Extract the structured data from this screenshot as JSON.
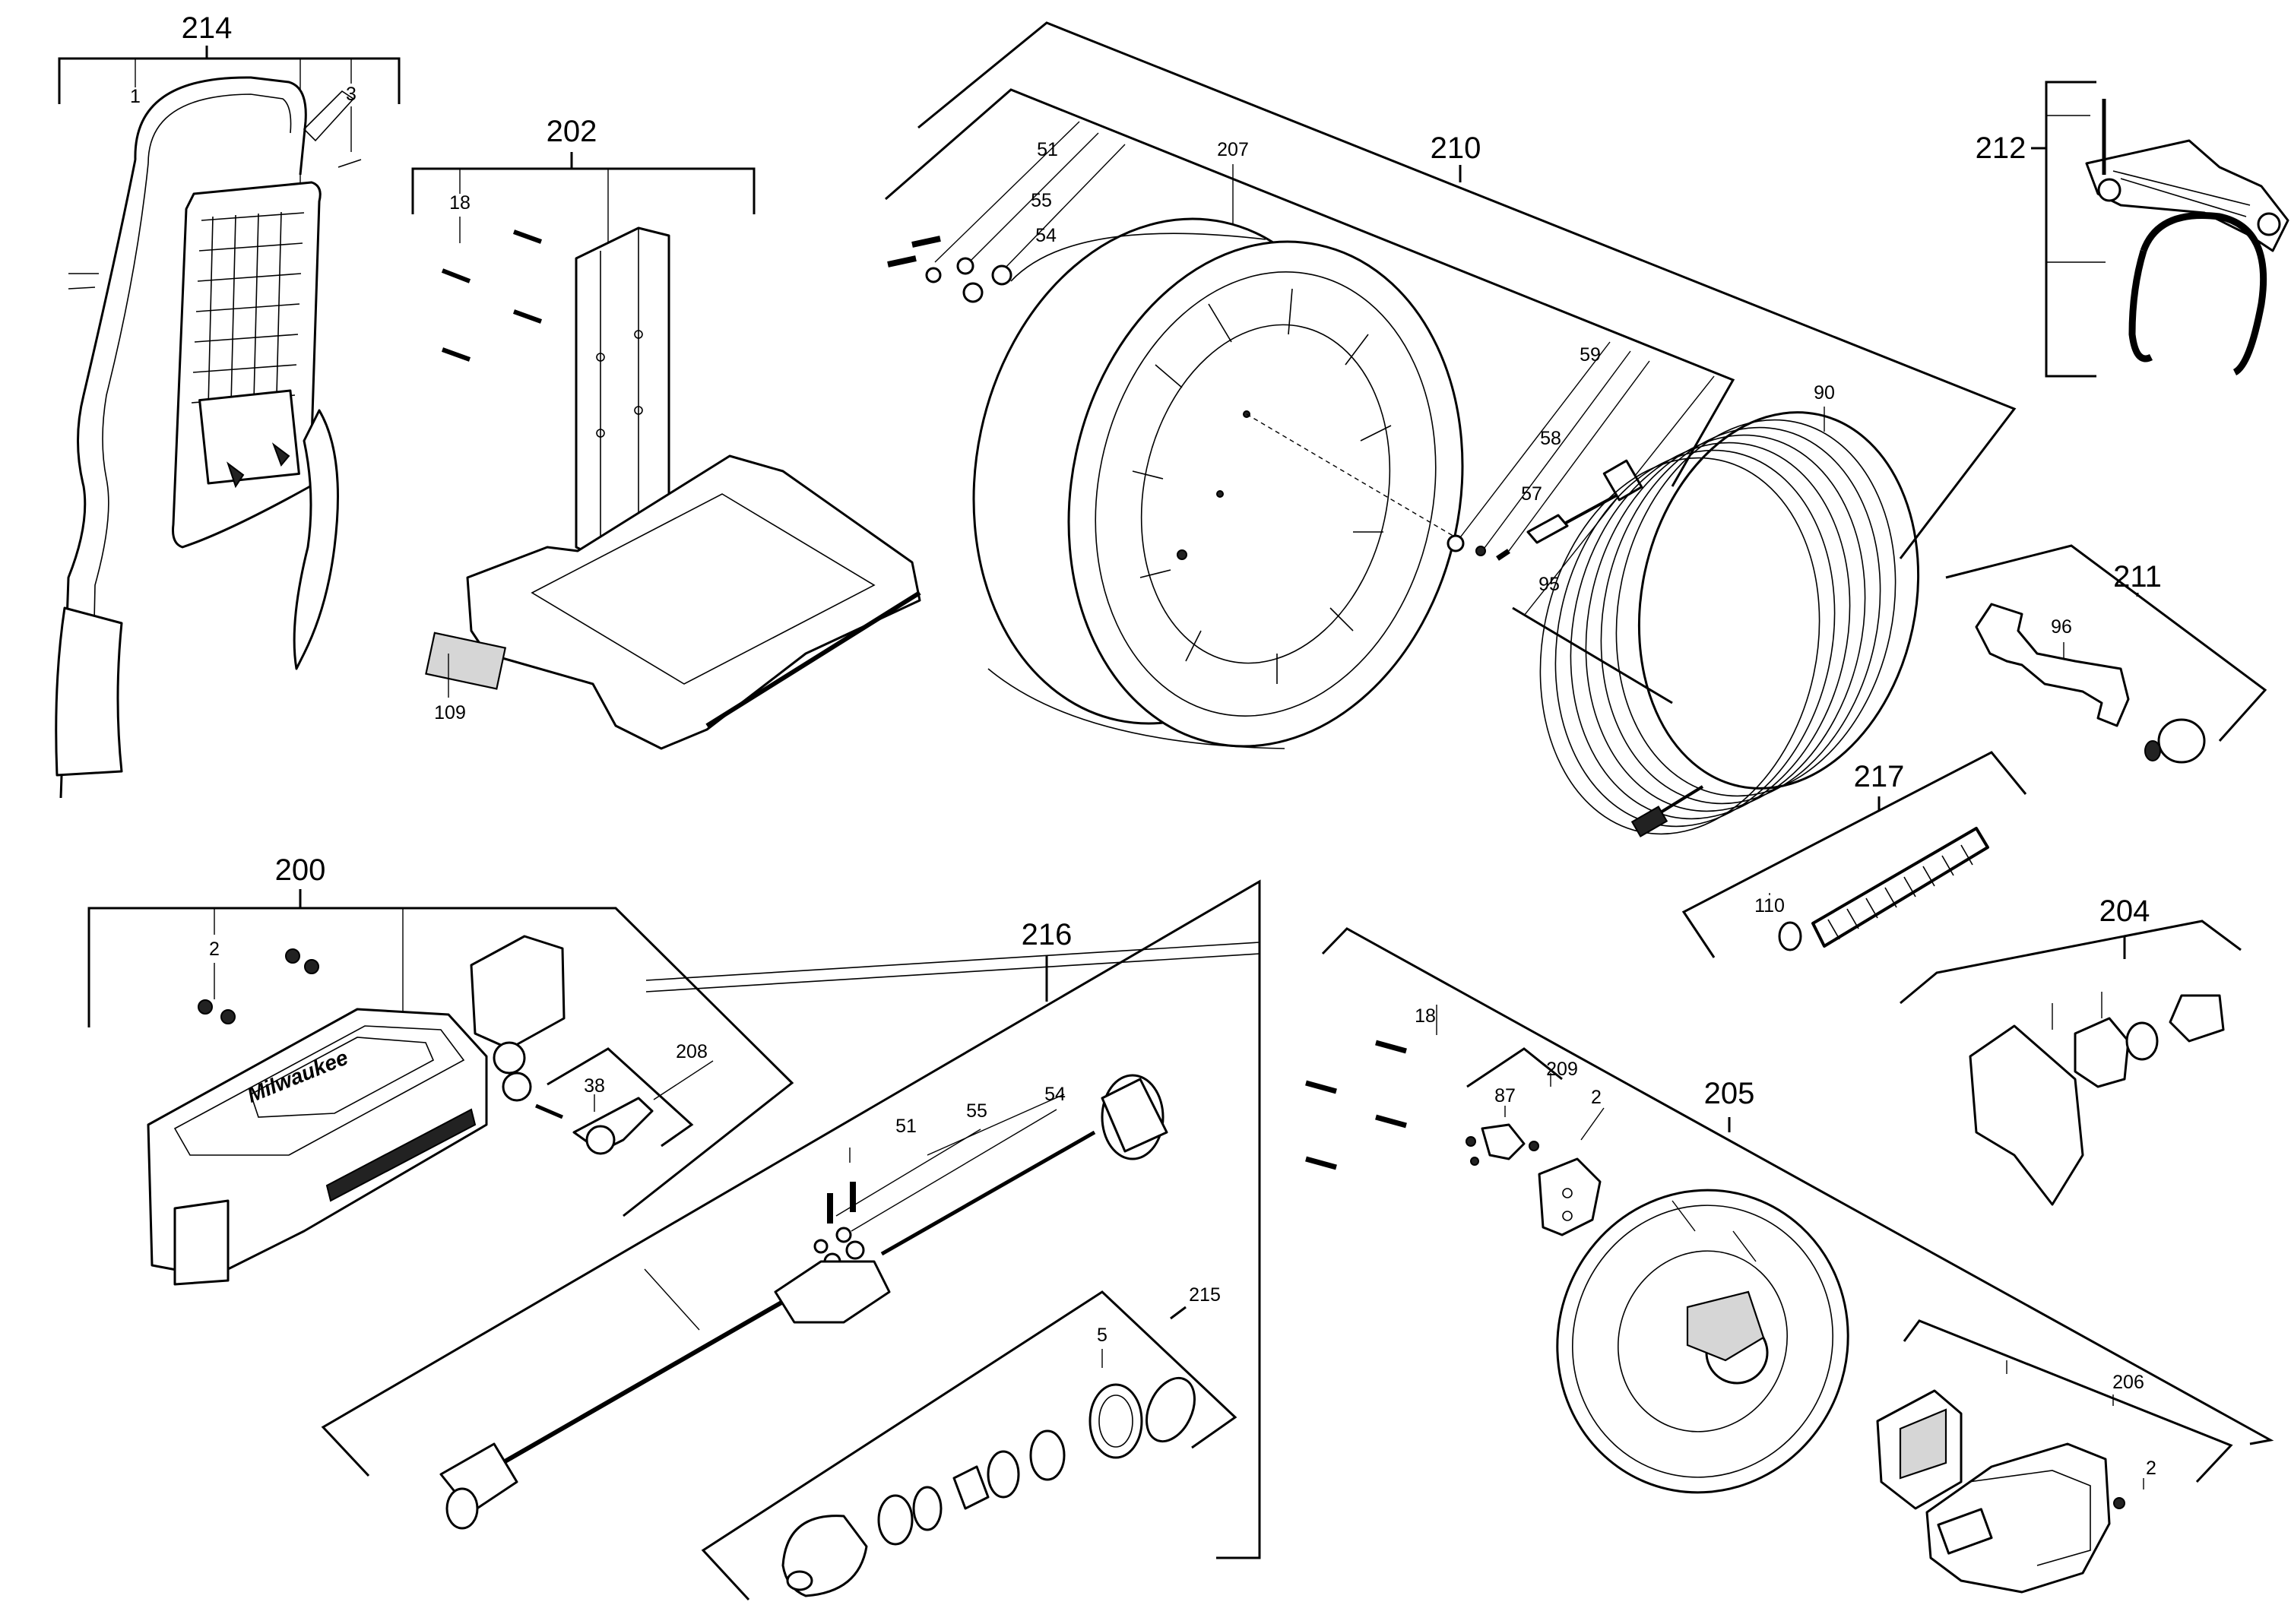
{
  "labels": {
    "214": "214",
    "1": "1",
    "3": "3",
    "202": "202",
    "18a": "18",
    "109": "109",
    "210": "210",
    "207": "207",
    "51a": "51",
    "55a": "55",
    "54a": "54",
    "59": "59",
    "58": "58",
    "57": "57",
    "95": "95",
    "90": "90",
    "212": "212",
    "211": "211",
    "96": "96",
    "217": "217",
    "110": "110",
    "200": "200",
    "2a": "2",
    "208": "208",
    "38": "38",
    "216": "216",
    "51b": "51",
    "55b": "55",
    "54b": "54",
    "215": "215",
    "5": "5",
    "204": "204",
    "205": "205",
    "18b": "18",
    "209": "209",
    "87": "87",
    "2b": "2",
    "206": "206",
    "2c": "2"
  },
  "logo": {
    "text": "Milwaukee"
  }
}
